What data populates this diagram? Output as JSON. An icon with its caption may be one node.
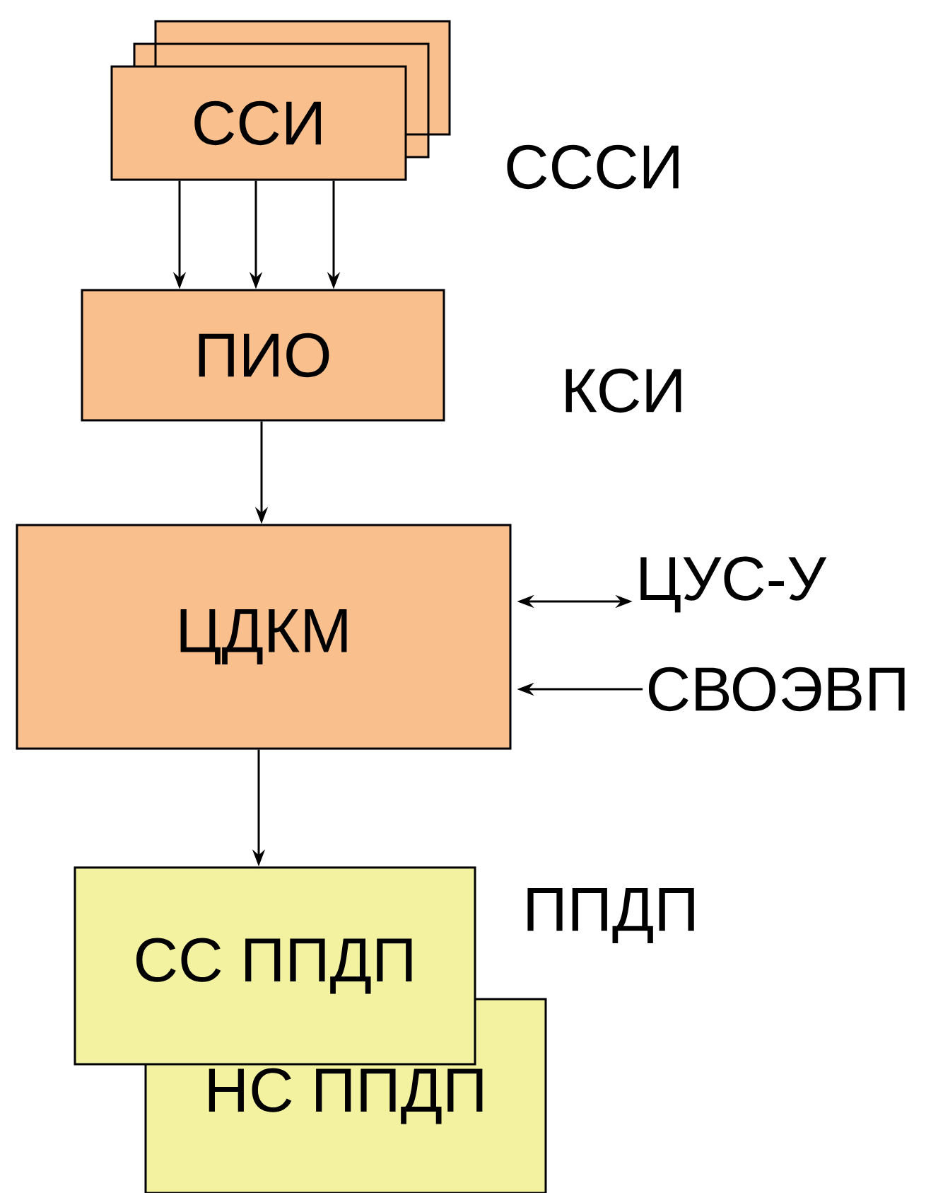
{
  "diagram": {
    "nodes": [
      {
        "text": [
          "ССИ"
        ]
      },
      {
        "text": [
          "ПИО"
        ]
      },
      {
        "text": [
          "ЦДКМ"
        ]
      },
      {
        "text": [
          "СС ППДП"
        ]
      },
      {
        "text": [
          "НС ППДП"
        ]
      },
      {
        "text": [
          "ЦУС-У"
        ]
      },
      {
        "text": [
          "СВОЭВП"
        ]
      }
    ],
    "edges": [
      {
        "from": 0,
        "to": 1,
        "arrow": "to"
      },
      {
        "from": 0,
        "to": 1,
        "arrow": "to"
      },
      {
        "from": 0,
        "to": 1,
        "arrow": "to"
      },
      {
        "from": 1,
        "to": 2,
        "arrow": "to"
      },
      {
        "from": 2,
        "to": 3,
        "arrow": "to"
      },
      {
        "from": 2,
        "to": 5,
        "arrow": "both"
      },
      {
        "from": 6,
        "to": 2,
        "arrow": "to"
      }
    ],
    "labels": [
      "СССИ",
      "КСИ",
      "ППДП"
    ]
  }
}
